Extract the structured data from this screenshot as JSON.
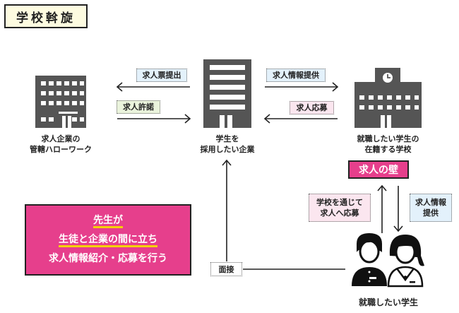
{
  "title": "学校斡旋",
  "nodes": {
    "hello_work": {
      "line1": "求人企業の",
      "line2": "管轄ハローワーク",
      "icon": "office-building-icon"
    },
    "company": {
      "line1": "学生を",
      "line2": "採用したい企業",
      "icon": "tall-building-icon"
    },
    "school": {
      "line1": "就職したい学生の",
      "line2": "在籍する学校",
      "icon": "school-building-icon"
    },
    "students": {
      "label": "就職したい学生",
      "icon": "students-icon"
    }
  },
  "tags": {
    "job_ticket_submit": "求人票提出",
    "job_permit": "求人許諾",
    "job_info_provide": "求人情報提供",
    "job_apply": "求人応募",
    "apply_via_school_1": "学校を通じて",
    "apply_via_school_2": "求人へ応募",
    "job_info_1": "求人情報",
    "job_info_2": "提供",
    "interview": "面接"
  },
  "wall_label": "求人の壁",
  "teacher_box": {
    "line1": "先生が",
    "line2": "生徒と企業の間に立ち",
    "line3": "求人情報紹介・応募を行う"
  },
  "colors": {
    "accent_pink": "#e63f8c",
    "highlight_yellow": "#f5d000",
    "tag_blue": "#e3f1fb",
    "tag_green": "#eaf3dc",
    "tag_pink": "#fbe6ef",
    "icon_gray": "#555555"
  }
}
